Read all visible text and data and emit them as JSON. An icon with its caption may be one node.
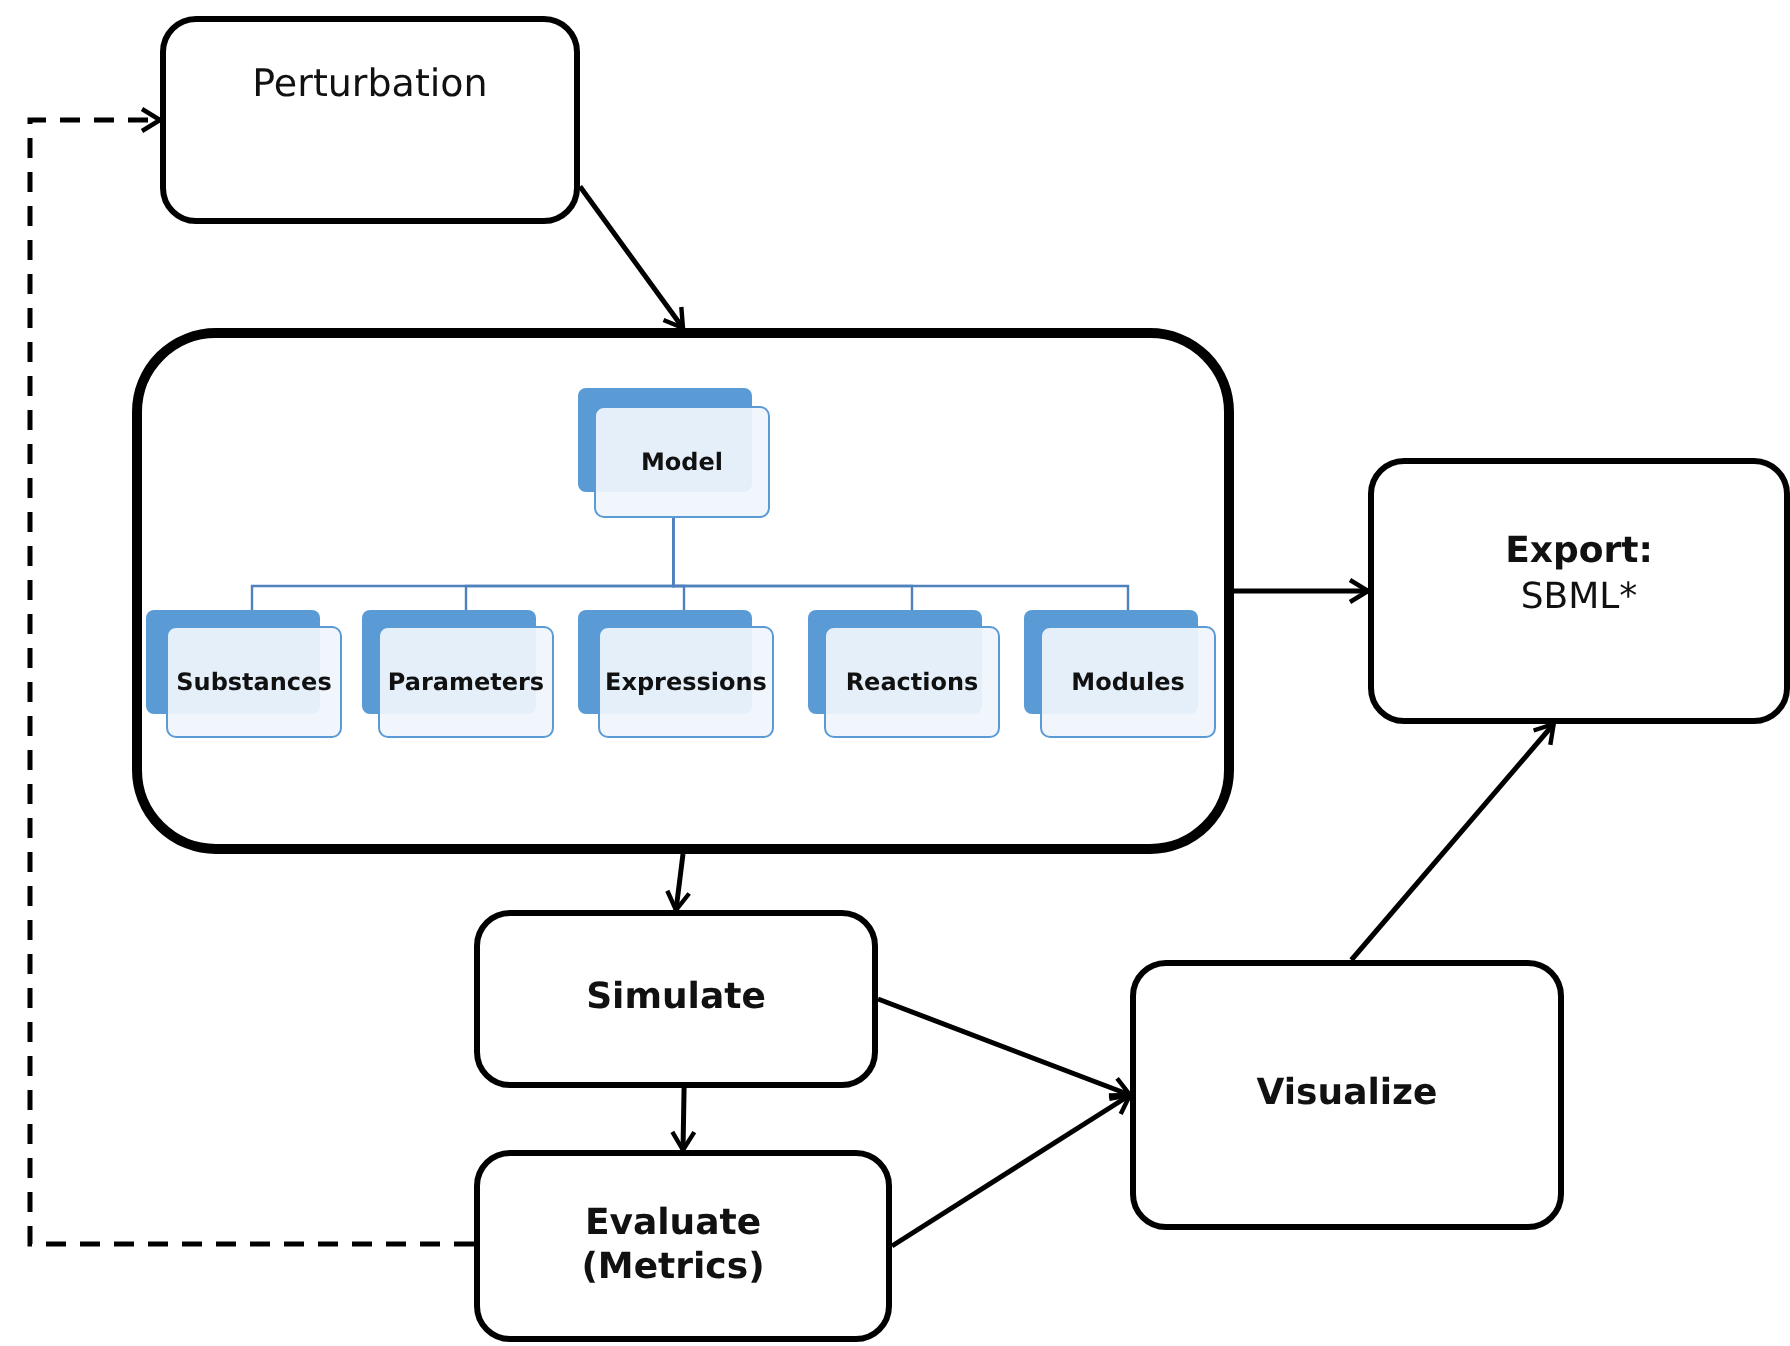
{
  "diagram": {
    "nodes": [
      {
        "text": [
          "Perturbation"
        ]
      },
      {
        "text": [],
        "shape": "box"
      },
      {
        "text": [
          "Model"
        ],
        "in": 1
      },
      {
        "text": [
          "Substances"
        ],
        "in": 1
      },
      {
        "text": [
          "Parameters"
        ],
        "in": 1
      },
      {
        "text": [
          "Expressions"
        ],
        "in": 1
      },
      {
        "text": [
          "Reactions"
        ],
        "in": 1
      },
      {
        "text": [
          "Modules"
        ],
        "in": 1
      },
      {
        "text": [
          "Export:",
          "SBML*"
        ]
      },
      {
        "text": [
          "Simulate"
        ]
      },
      {
        "text": [
          "Evaluate (Metrics)"
        ]
      },
      {
        "text": [
          "Visualize"
        ]
      }
    ],
    "edges": [
      {
        "from": 0,
        "to": 1,
        "arrow": "to"
      },
      {
        "from": 2,
        "to": 3,
        "arrow": "none",
        "color": "#4f81bd"
      },
      {
        "from": 2,
        "to": 4,
        "arrow": "none",
        "color": "#4f81bd"
      },
      {
        "from": 2,
        "to": 5,
        "arrow": "none",
        "color": "#4f81bd"
      },
      {
        "from": 2,
        "to": 6,
        "arrow": "none",
        "color": "#4f81bd"
      },
      {
        "from": 2,
        "to": 7,
        "arrow": "none",
        "color": "#4f81bd"
      },
      {
        "from": 1,
        "to": 8,
        "arrow": "to"
      },
      {
        "from": 1,
        "to": 9,
        "arrow": "to"
      },
      {
        "from": 9,
        "to": 10,
        "arrow": "to"
      },
      {
        "from": 9,
        "to": 11,
        "arrow": "to"
      },
      {
        "from": 10,
        "to": 11,
        "arrow": "to"
      },
      {
        "from": 11,
        "to": 8,
        "arrow": "to"
      },
      {
        "from": 10,
        "to": 0,
        "arrow": "to",
        "style": "dashed"
      }
    ]
  }
}
